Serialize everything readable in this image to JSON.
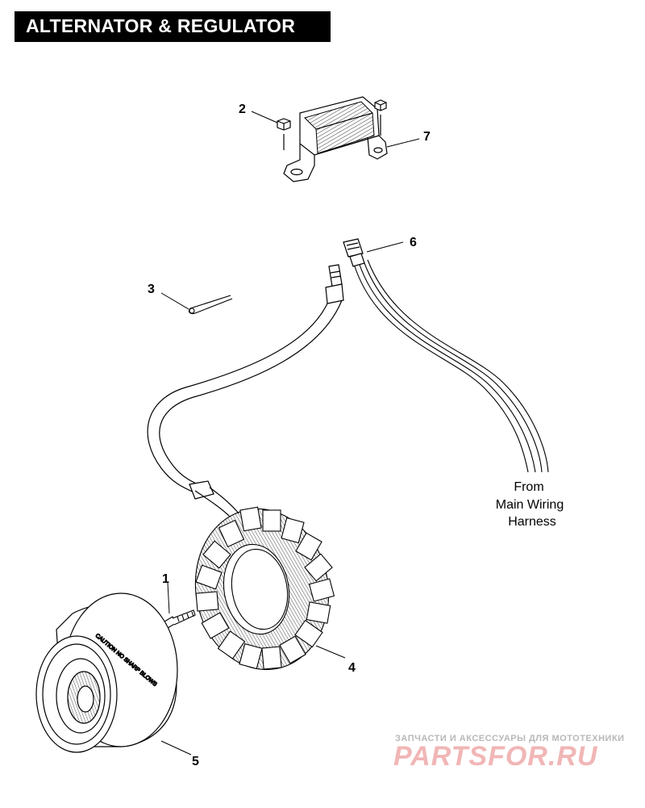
{
  "title": "ALTERNATOR & REGULATOR",
  "callouts": {
    "c1": "1",
    "c2": "2",
    "c3": "3",
    "c4": "4",
    "c5": "5",
    "c6": "6",
    "c7": "7"
  },
  "note": {
    "line1": "From",
    "line2": "Main Wiring",
    "line3": "Harness"
  },
  "rotor_text": {
    "caution": "CAUTION NO SHARP BLOWS"
  },
  "watermark": {
    "tagline": "ЗАПЧАСТИ И АКСЕССУАРЫ ДЛЯ МОТОТЕХНИКИ",
    "logo": "PARTSFOR.RU"
  },
  "colors": {
    "ink": "#000000",
    "title_bg": "#000000",
    "title_fg": "#ffffff",
    "watermark_logo": "#f1b6b6",
    "watermark_text": "#b8b8b8"
  }
}
